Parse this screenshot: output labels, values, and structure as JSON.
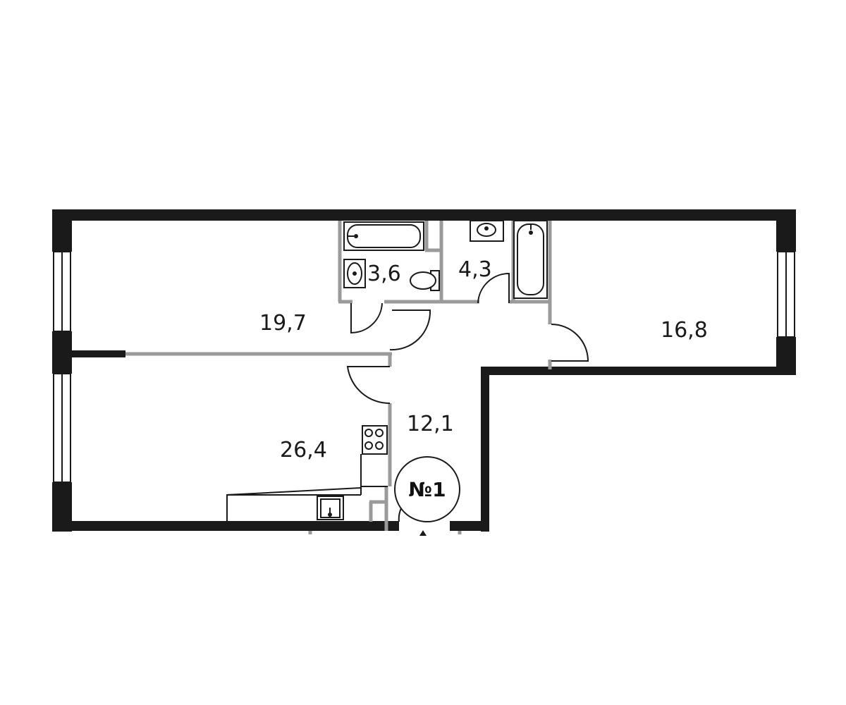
{
  "rooms": {
    "bedroom_left": {
      "area": "19,7"
    },
    "bathroom_small": {
      "area": "3,6"
    },
    "bathroom_large": {
      "area": "4,3"
    },
    "bedroom_right": {
      "area": "16,8"
    },
    "kitchen_living": {
      "area": "26,4"
    },
    "hallway": {
      "area": "12,1"
    }
  },
  "apartment": {
    "number_label": "№1"
  },
  "colors": {
    "outer_wall": "#1a1a1a",
    "partition": "#9a9a9a",
    "fixture_stroke": "#1a1a1a",
    "background": "#ffffff"
  }
}
